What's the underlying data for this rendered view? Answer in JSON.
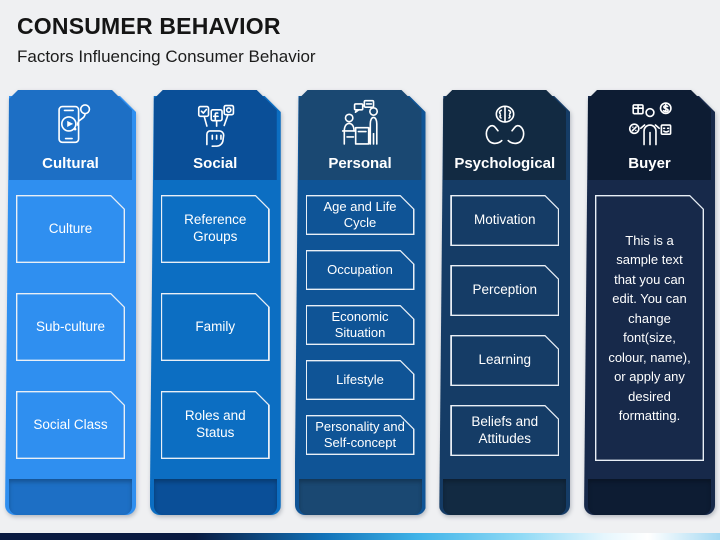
{
  "slide": {
    "title": "CONSUMER BEHAVIOR",
    "subtitle": "Factors Influencing Consumer Behavior"
  },
  "columns": [
    {
      "title": "Cultural",
      "icon": "phone-media-balloon-icon",
      "colors": {
        "header": "#1D6FC5",
        "body": "#2F8FF0"
      },
      "items": [
        "Culture",
        "Sub-culture",
        "Social Class"
      ]
    },
    {
      "title": "Social",
      "icon": "hand-social-media-signs-icon",
      "colors": {
        "header": "#0A4F98",
        "body": "#0C6EC2"
      },
      "items": [
        "Reference Groups",
        "Family",
        "Roles and Status"
      ]
    },
    {
      "title": "Personal",
      "icon": "people-conversation-desk-icon",
      "colors": {
        "header": "#1A4872",
        "body": "#0F5496"
      },
      "items": [
        "Age and Life Cycle",
        "Occupation",
        "Economic Situation",
        "Lifestyle",
        "Personality and Self-concept"
      ]
    },
    {
      "title": "Psychological",
      "icon": "hands-holding-brain-icon",
      "colors": {
        "header": "#122A42",
        "body": "#153C66"
      },
      "items": [
        "Motivation",
        "Perception",
        "Learning",
        "Beliefs and Attitudes"
      ]
    },
    {
      "title": "Buyer",
      "icon": "buyer-shopping-icon",
      "colors": {
        "header": "#0D1C33",
        "body": "#17294A"
      },
      "sample_text": "This is a sample text that you can edit. You can change font(size, colour, name), or apply any desired formatting."
    }
  ],
  "bottom_bar": {
    "gradient_colors": [
      "#0A1B41",
      "#1172B8",
      "#3FB3E8",
      "#FFFFFF",
      "#A6D9F2"
    ]
  }
}
